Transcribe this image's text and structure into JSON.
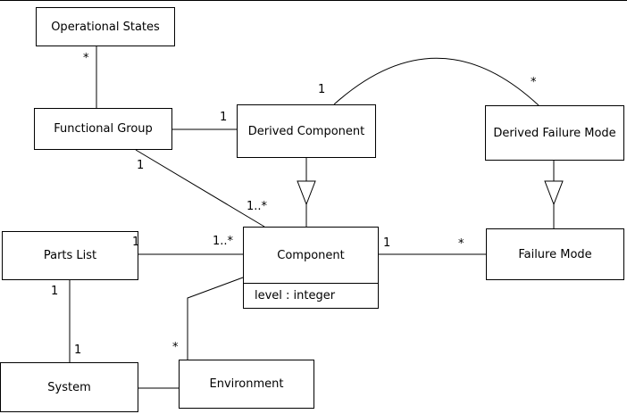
{
  "diagram": {
    "type": "uml-class-diagram",
    "background": "#ffffff",
    "stroke_color": "#000000",
    "classes": {
      "operational_states": {
        "label": "Operational States"
      },
      "functional_group": {
        "label": "Functional Group"
      },
      "derived_component": {
        "label": "Derived Component"
      },
      "derived_failure_mode": {
        "label": "Derived Failure Mode"
      },
      "parts_list": {
        "label": "Parts List"
      },
      "component": {
        "label": "Component",
        "attribute": "level : integer"
      },
      "failure_mode": {
        "label": "Failure Mode"
      },
      "system": {
        "label": "System"
      },
      "environment": {
        "label": "Environment"
      }
    },
    "relations": [
      {
        "type": "association",
        "from": "Operational States",
        "to": "Functional Group",
        "from_mult": "*",
        "to_mult": ""
      },
      {
        "type": "association",
        "from": "Functional Group",
        "to": "Derived Component",
        "from_mult": "",
        "to_mult": "1"
      },
      {
        "type": "association",
        "from": "Derived Component",
        "to": "Derived Failure Mode",
        "from_mult": "1",
        "to_mult": "*"
      },
      {
        "type": "generalization",
        "from": "Derived Component",
        "to": "Component",
        "from_mult": "",
        "to_mult": ""
      },
      {
        "type": "generalization",
        "from": "Derived Failure Mode",
        "to": "Failure Mode",
        "from_mult": "",
        "to_mult": ""
      },
      {
        "type": "association",
        "from": "Functional Group",
        "to": "Component",
        "from_mult": "1",
        "to_mult": "1..*"
      },
      {
        "type": "association",
        "from": "Parts List",
        "to": "Component",
        "from_mult": "1",
        "to_mult": "1..*"
      },
      {
        "type": "association",
        "from": "Component",
        "to": "Failure Mode",
        "from_mult": "1",
        "to_mult": "*"
      },
      {
        "type": "association",
        "from": "Parts List",
        "to": "System",
        "from_mult": "1",
        "to_mult": "1"
      },
      {
        "type": "association",
        "from": "Component",
        "to": "Environment",
        "from_mult": "",
        "to_mult": "*"
      },
      {
        "type": "association",
        "from": "System",
        "to": "Environment",
        "from_mult": "",
        "to_mult": ""
      }
    ]
  }
}
